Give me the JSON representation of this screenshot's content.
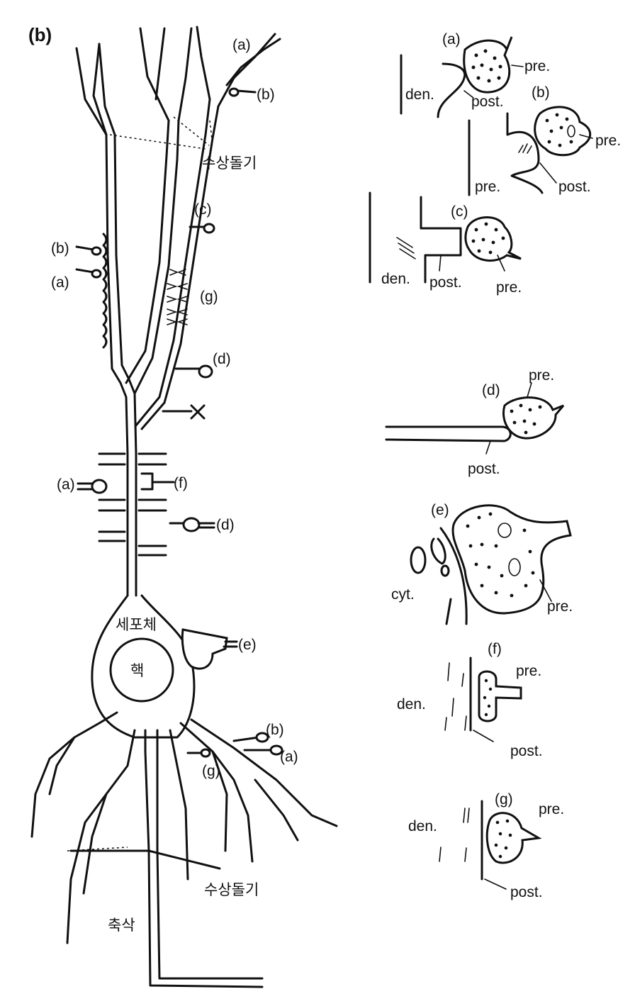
{
  "panel_label": "(b)",
  "neuron": {
    "dendrite_label_top": "수상돌기",
    "dendrite_label_bottom": "수상돌기",
    "soma_label": "세포체",
    "nucleus_label": "핵",
    "axon_label": "축삭",
    "synapse_markers": {
      "a_top": "(a)",
      "b_top": "(b)",
      "c": "(c)",
      "b_left": "(b)",
      "a_left": "(a)",
      "g_mid": "(g)",
      "d_upper": "(d)",
      "a_lower": "(a)",
      "f": "(f)",
      "d_lower": "(d)",
      "e": "(e)",
      "b_bottom": "(b)",
      "a_bottom": "(a)",
      "g_bottom": "(g)"
    }
  },
  "insets": {
    "a": {
      "label": "(a)",
      "pre": "pre.",
      "post": "post.",
      "den": "den."
    },
    "b": {
      "label": "(b)",
      "pre_right": "pre.",
      "pre_left": "pre.",
      "post": "post."
    },
    "c": {
      "label": "(c)",
      "den": "den.",
      "post": "post.",
      "pre": "pre."
    },
    "d": {
      "label": "(d)",
      "pre": "pre.",
      "post": "post."
    },
    "e": {
      "label": "(e)",
      "cyt": "cyt.",
      "pre": "pre."
    },
    "f": {
      "label": "(f)",
      "pre": "pre.",
      "den": "den.",
      "post": "post."
    },
    "g": {
      "label": "(g)",
      "pre": "pre.",
      "den": "den.",
      "post": "post."
    }
  }
}
